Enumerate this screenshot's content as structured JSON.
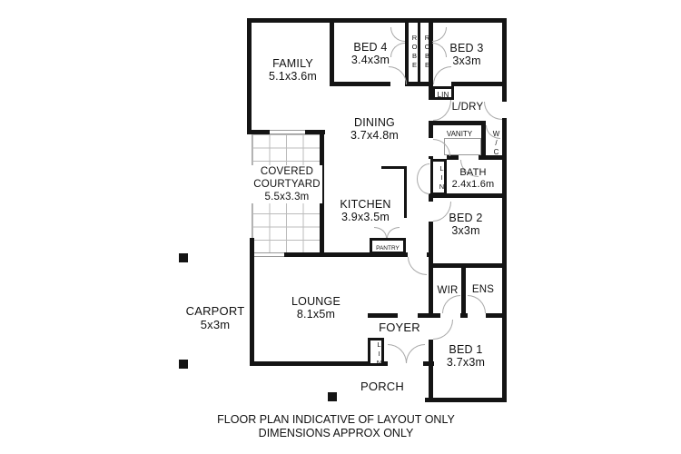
{
  "rooms": {
    "family": {
      "name": "FAMILY",
      "dims": "5.1x3.6m"
    },
    "bed4": {
      "name": "BED 4",
      "dims": "3.4x3m"
    },
    "bed3": {
      "name": "BED 3",
      "dims": "3x3m"
    },
    "dining": {
      "name": "DINING",
      "dims": "3.7x4.8m"
    },
    "courtyard": {
      "line1": "COVERED",
      "line2": "COURTYARD",
      "dims": "5.5x3.3m"
    },
    "kitchen": {
      "name": "KITCHEN",
      "dims": "3.9x3.5m"
    },
    "laundry": {
      "name": "L/DRY"
    },
    "vanity": {
      "name": "VANITY"
    },
    "wc": {
      "name": "W/C"
    },
    "bath": {
      "name": "BATH",
      "dims": "2.4x1.6m"
    },
    "bed2": {
      "name": "BED 2",
      "dims": "3x3m"
    },
    "wir": {
      "name": "WIR"
    },
    "ens": {
      "name": "ENS"
    },
    "lounge": {
      "name": "LOUNGE",
      "dims": "8.1x5m"
    },
    "carport": {
      "name": "CARPORT",
      "dims": "5x3m"
    },
    "foyer": {
      "name": "FOYER"
    },
    "bed1": {
      "name": "BED 1",
      "dims": "3.7x3m"
    },
    "porch": {
      "name": "PORCH"
    },
    "pantry": {
      "name": "PANTRY"
    }
  },
  "closets": {
    "robe1": "ROBE",
    "robe2": "ROBE",
    "lin_laundry": "LIN",
    "lin_hall": "LIN",
    "lin_foyer": "LIN"
  },
  "footer": {
    "line1": "FLOOR PLAN INDICATIVE OF LAYOUT ONLY",
    "line2": "DIMENSIONS APPROX ONLY"
  },
  "colors": {
    "wall": "#141414",
    "door_line": "#a9a9a9",
    "text": "#111111",
    "background": "#ffffff"
  }
}
